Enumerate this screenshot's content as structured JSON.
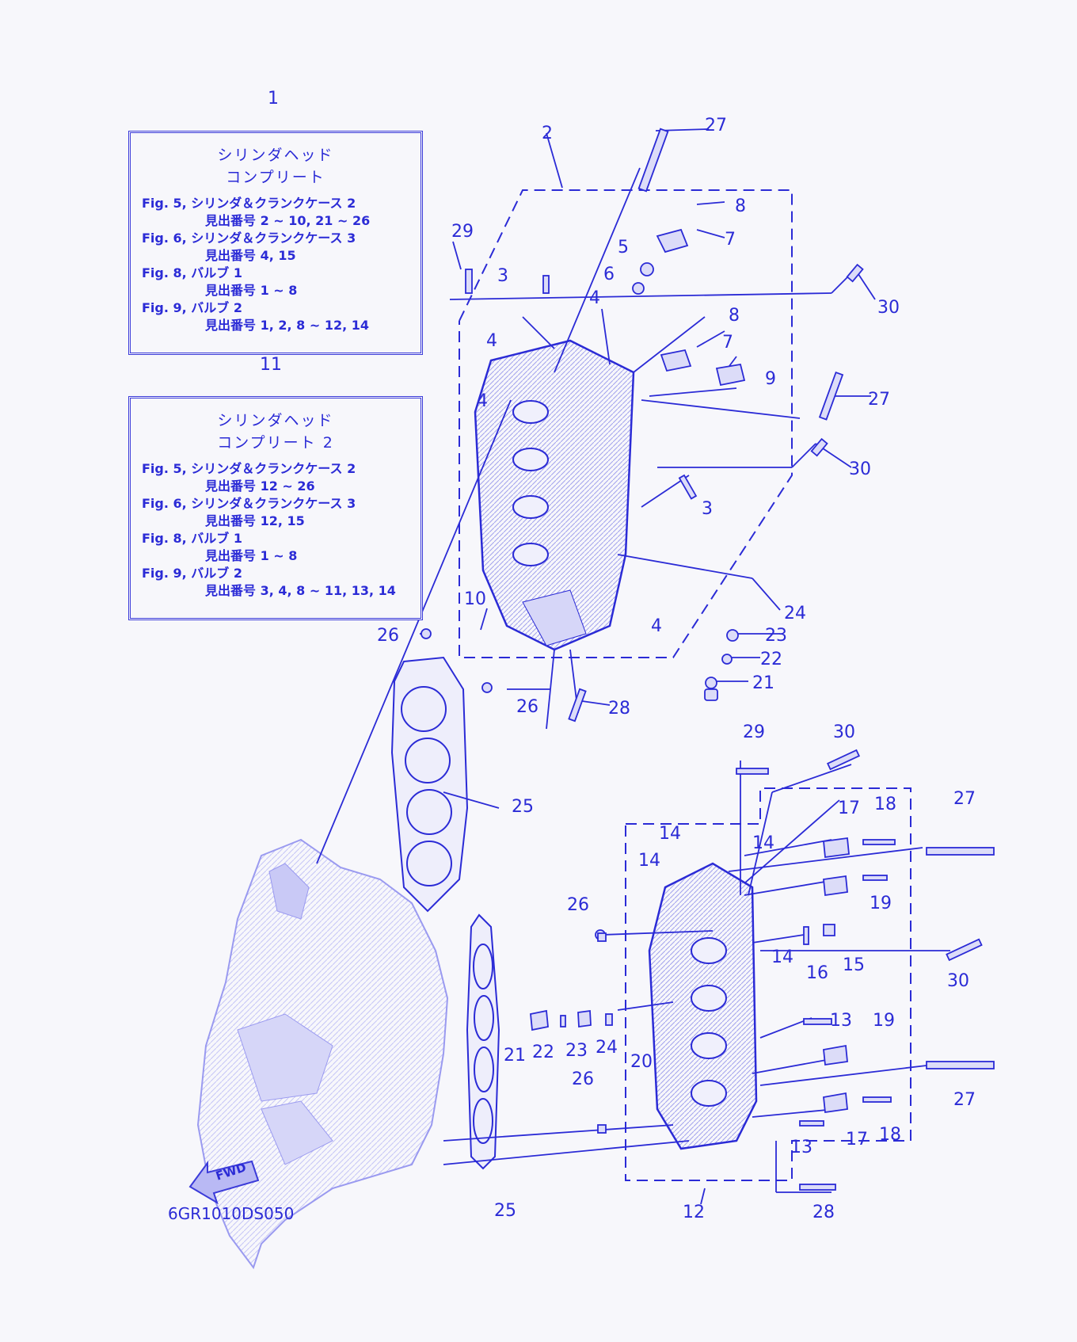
{
  "diagram_code": "6GR1010DS050",
  "fwd_label": "FWD",
  "box1": {
    "ref": "1",
    "title1": "シリンダヘッド",
    "title2": "コンプリート",
    "rows": [
      {
        "fig": "Fig. 5, シリンダ＆クランクケース 2",
        "sub": "見出番号 2 ~ 10, 21 ~ 26"
      },
      {
        "fig": "Fig. 6, シリンダ＆クランクケース 3",
        "sub": "見出番号 4, 15"
      },
      {
        "fig": "Fig. 8, バルブ 1",
        "sub": "見出番号 1 ~ 8"
      },
      {
        "fig": "Fig. 9, バルブ 2",
        "sub": "見出番号 1, 2, 8 ~ 12, 14"
      }
    ]
  },
  "box2": {
    "ref": "11",
    "title1": "シリンダヘッド",
    "title2": "コンプリート 2",
    "rows": [
      {
        "fig": "Fig. 5, シリンダ＆クランクケース 2",
        "sub": "見出番号 12 ~ 26"
      },
      {
        "fig": "Fig. 6, シリンダ＆クランクケース 3",
        "sub": "見出番号 12, 15"
      },
      {
        "fig": "Fig. 8, バルブ 1",
        "sub": "見出番号 1 ~ 8"
      },
      {
        "fig": "Fig. 9, バルブ 2",
        "sub": "見出番号 3, 4, 8 ~ 11, 13, 14"
      }
    ]
  },
  "callouts": [
    "2",
    "27",
    "8",
    "7",
    "5",
    "29",
    "3",
    "6",
    "4",
    "30",
    "4",
    "8",
    "7",
    "9",
    "4",
    "27",
    "30",
    "3",
    "24",
    "10",
    "4",
    "23",
    "22",
    "21",
    "26",
    "26",
    "28",
    "25",
    "29",
    "30",
    "17",
    "18",
    "27",
    "14",
    "14",
    "14",
    "19",
    "26",
    "16",
    "15",
    "14",
    "30",
    "13",
    "19",
    "21",
    "22",
    "23",
    "24",
    "20",
    "26",
    "27",
    "13",
    "17",
    "18",
    "25",
    "12",
    "28"
  ],
  "colors": {
    "ink": "#2b2bd6",
    "background": "#f7f7fb"
  }
}
